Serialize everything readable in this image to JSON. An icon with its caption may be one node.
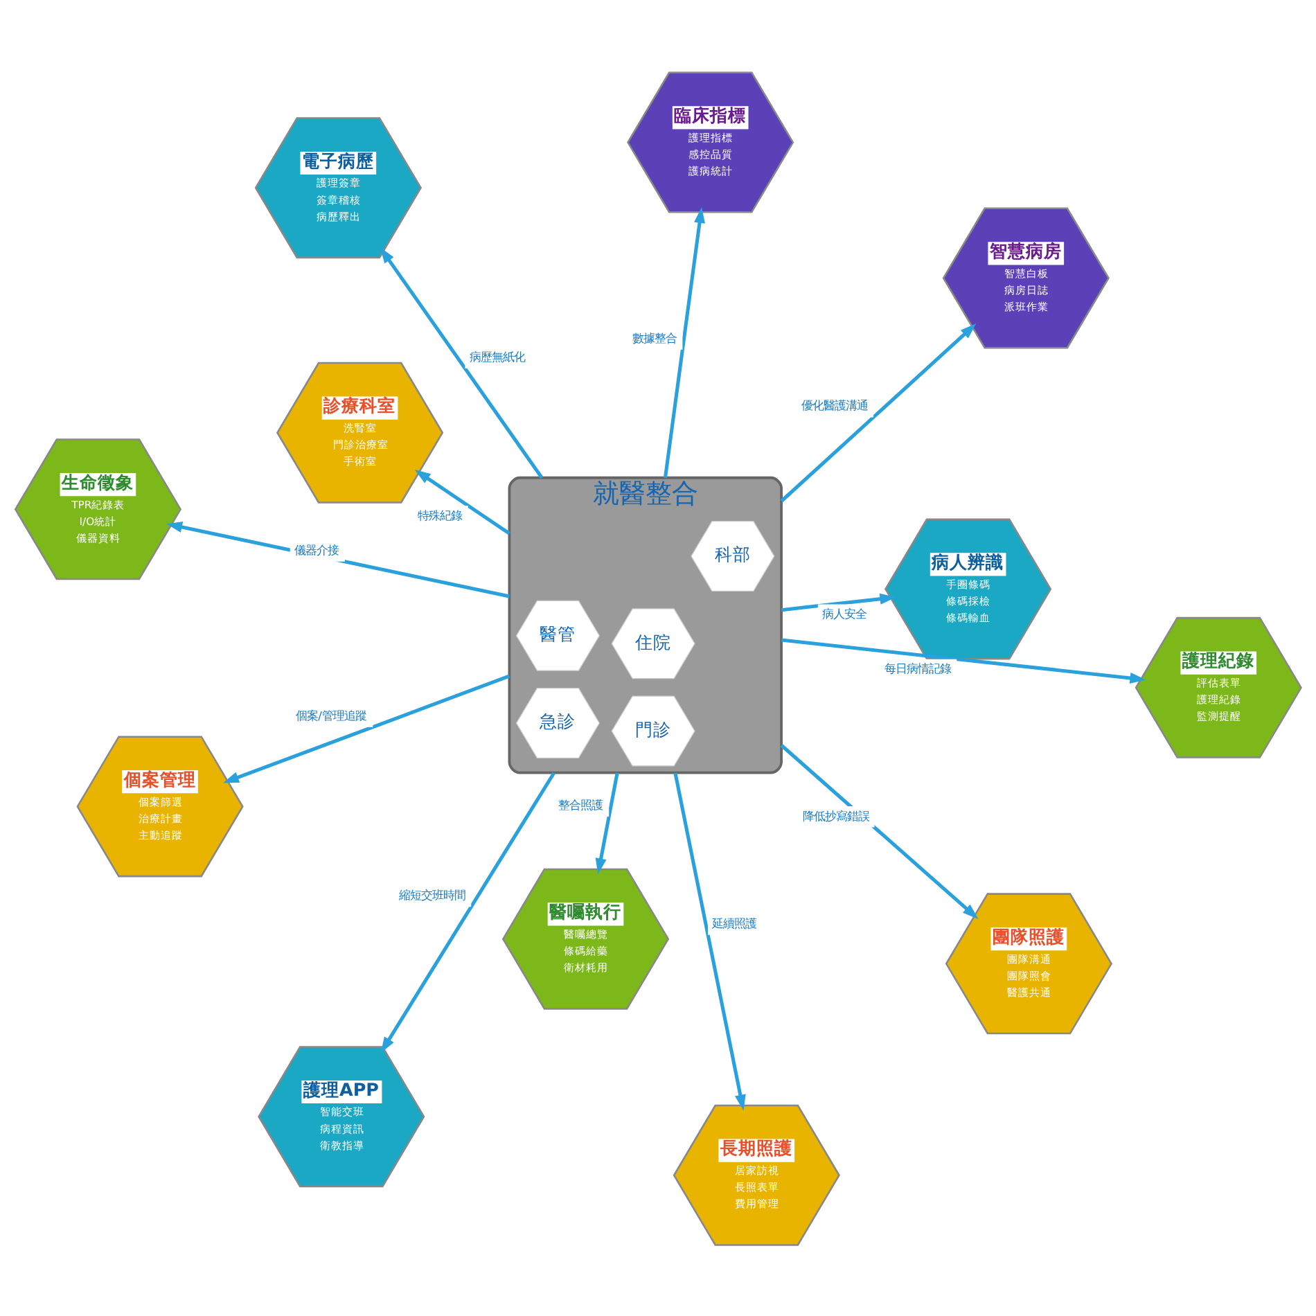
{
  "diagram": {
    "nodes": [
      {
        "text": [
          "就醫整合"
        ]
      },
      {
        "text": [
          "急診"
        ],
        "in": 0
      },
      {
        "text": [
          "門診"
        ],
        "in": 0
      },
      {
        "text": [
          "住院"
        ],
        "in": 0
      },
      {
        "text": [
          "醫管"
        ],
        "in": 0
      },
      {
        "text": [
          "科部"
        ],
        "in": 0
      },
      {
        "text": [
          "病人辨識",
          "手圈條碼",
          "條碼採檢",
          "條碼輸血"
        ]
      },
      {
        "text": [
          "護理APP",
          "智能交班",
          "病程資訊",
          "衛教指導"
        ]
      },
      {
        "text": [
          "電子病歷",
          "護理簽章",
          "簽章稽核",
          "病歷釋出"
        ]
      },
      {
        "text": [
          "智慧病房",
          "智慧白板",
          "病房日誌",
          "派班作業"
        ]
      },
      {
        "text": [
          "臨床指標",
          "護理指標",
          "感控品質",
          "護病統計"
        ]
      },
      {
        "text": [
          "診療科室",
          "洗腎室",
          "門診治療室",
          "手術室"
        ]
      },
      {
        "text": [
          "團隊照護",
          "團隊溝通",
          "團隊照會",
          "醫護共通"
        ]
      },
      {
        "text": [
          "個案管理",
          "個案篩選",
          "治療計畫",
          "主動追蹤"
        ]
      },
      {
        "text": [
          "長期照護",
          "居家訪視",
          "長照表單",
          "費用管理"
        ]
      },
      {
        "text": [
          "醫囑執行",
          "醫囑總覽",
          "條碼給藥",
          "衛材耗用"
        ]
      },
      {
        "text": [
          "生命徵象",
          "TPR紀錄表",
          "I/O統計",
          "儀器資料"
        ]
      },
      {
        "text": [
          "護理紀錄",
          "評估表單",
          "護理紀錄",
          "監測提醒"
        ]
      }
    ],
    "edges": [
      {
        "from": 0,
        "to": 6,
        "arrow": "to",
        "label": "病人安全"
      },
      {
        "from": 0,
        "to": 7,
        "arrow": "to",
        "label": "縮短交班時間"
      },
      {
        "from": 0,
        "to": 8,
        "arrow": "to",
        "label": "病歷無紙化"
      },
      {
        "from": 0,
        "to": 9,
        "arrow": "to",
        "label": "優化醫護溝通"
      },
      {
        "from": 0,
        "to": 10,
        "arrow": "to",
        "label": "數據整合"
      },
      {
        "from": 0,
        "to": 11,
        "arrow": "to",
        "label": "特殊紀錄"
      },
      {
        "from": 0,
        "to": 12,
        "arrow": "to",
        "label": "降低抄寫錯誤"
      },
      {
        "from": 0,
        "to": 13,
        "arrow": "to",
        "label": "個案/管理追蹤"
      },
      {
        "from": 0,
        "to": 14,
        "arrow": "to",
        "label": "延續照護"
      },
      {
        "from": 0,
        "to": 15,
        "arrow": "to",
        "label": "整合照護"
      },
      {
        "from": 0,
        "to": 16,
        "arrow": "to",
        "label": "儀器介接"
      },
      {
        "from": 0,
        "to": 17,
        "arrow": "to",
        "label": "每日病情記錄"
      }
    ]
  }
}
